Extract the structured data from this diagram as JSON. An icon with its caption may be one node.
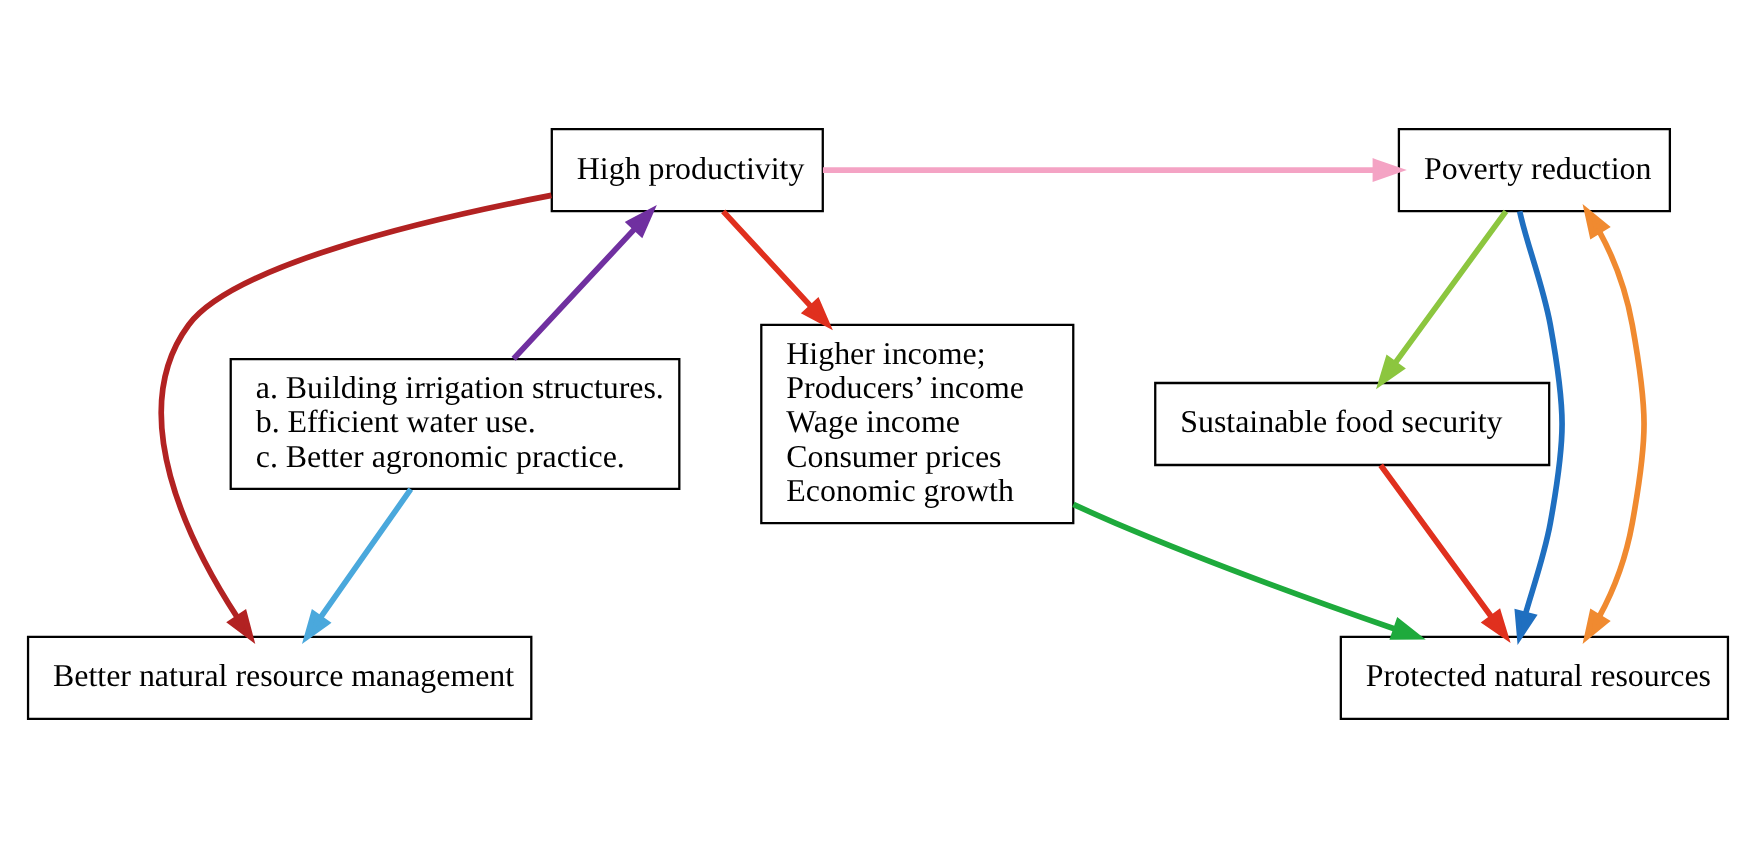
{
  "diagram": {
    "nodes": [
      {
        "text": [
          "High productivity"
        ]
      },
      {
        "text": [
          "Poverty reduction"
        ]
      },
      {
        "text": [
          "a. Building irrigation structures.",
          "b. Efficient water use.",
          "c. Better agronomic practice."
        ]
      },
      {
        "text": [
          "Higher income;",
          "Producers’ income",
          "Wage income",
          "Consumer prices",
          "Economic growth"
        ]
      },
      {
        "text": [
          "Sustainable food security"
        ]
      },
      {
        "text": [
          "Better natural resource management"
        ]
      },
      {
        "text": [
          "Protected natural resources"
        ]
      }
    ],
    "edges": [
      {
        "from": 0,
        "to": 1,
        "arrow": "to",
        "color": "#f4a3c4"
      },
      {
        "from": 2,
        "to": 0,
        "arrow": "to",
        "color": "#7030a0"
      },
      {
        "from": 0,
        "to": 3,
        "arrow": "to",
        "color": "#e0301e"
      },
      {
        "from": 0,
        "to": 5,
        "arrow": "to",
        "color": "#b22222"
      },
      {
        "from": 2,
        "to": 5,
        "arrow": "to",
        "color": "#4aa8dc"
      },
      {
        "from": 1,
        "to": 4,
        "arrow": "to",
        "color": "#8cc63f"
      },
      {
        "from": 1,
        "to": 6,
        "arrow": "to",
        "color": "#1f6fc0"
      },
      {
        "from": 6,
        "to": 1,
        "arrow": "both",
        "color": "#f08a30"
      },
      {
        "from": 4,
        "to": 6,
        "arrow": "to",
        "color": "#e0301e"
      },
      {
        "from": 3,
        "to": 6,
        "arrow": "to",
        "color": "#1eaa3c"
      }
    ]
  }
}
